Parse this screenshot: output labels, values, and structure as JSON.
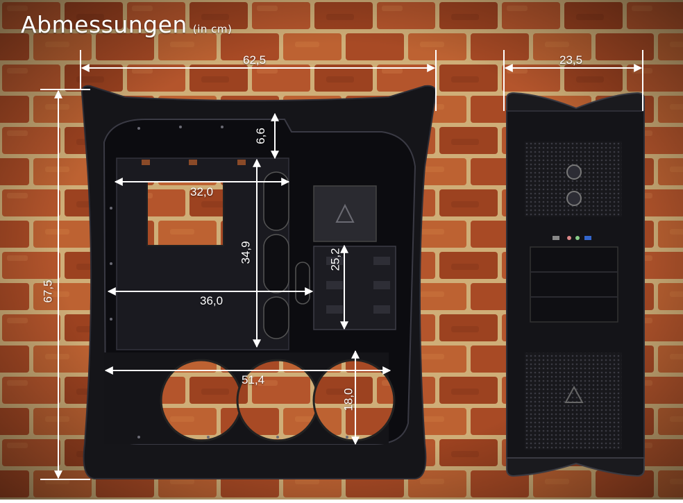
{
  "title": "Abmessungen",
  "unit_note": "(in cm)",
  "dimensions": {
    "width_side": "62,5",
    "depth_front": "23,5",
    "height": "67,5",
    "top_gap": "6,6",
    "mb_width": "32,0",
    "mb_height": "34,9",
    "tray_width": "36,0",
    "drive_cage_height": "25,2",
    "bottom_width": "51,4",
    "bottom_height": "18,0"
  },
  "colors": {
    "brick": "#b0532b",
    "mortar": "#d2b27c",
    "case": "#141418",
    "dimension_line": "#ffffff"
  }
}
